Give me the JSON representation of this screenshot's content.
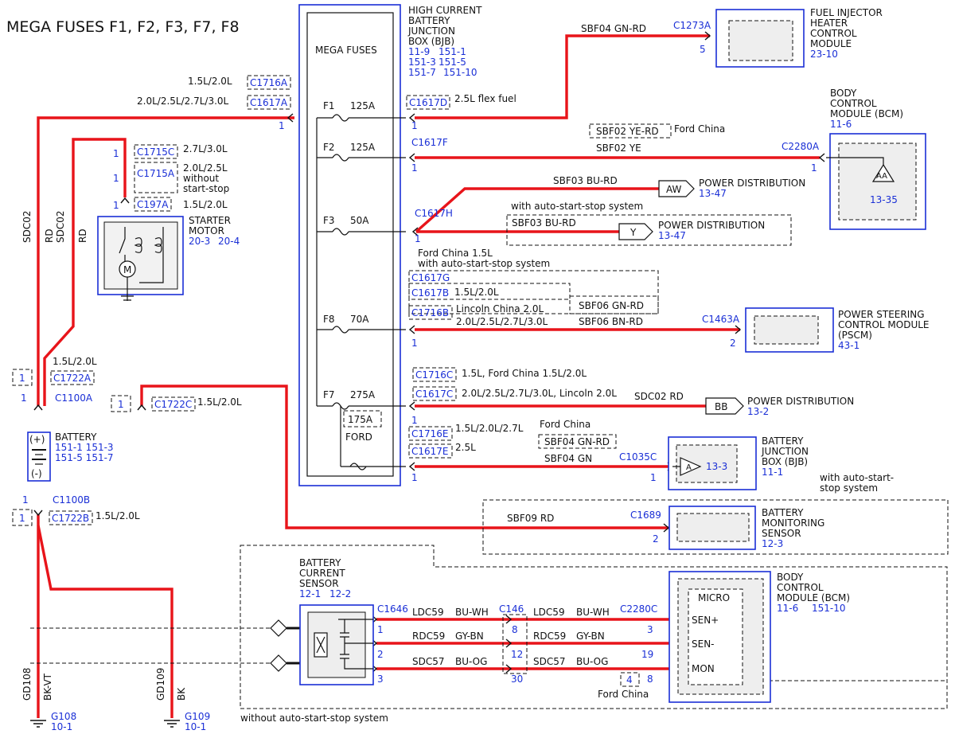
{
  "title": "MEGA FUSES F1, F2, F3, F7, F8",
  "bjb": {
    "label": "MEGA FUSES",
    "title_lines": [
      "HIGH CURRENT",
      "BATTERY",
      "JUNCTION",
      "BOX (BJB)"
    ],
    "refs": [
      "11-9",
      "151-1",
      "151-3",
      "151-5",
      "151-7",
      "151-10"
    ]
  },
  "fuses": [
    {
      "id": "F1",
      "amps": "125A"
    },
    {
      "id": "F2",
      "amps": "125A"
    },
    {
      "id": "F3",
      "amps": "50A"
    },
    {
      "id": "F8",
      "amps": "70A"
    },
    {
      "id": "F7",
      "amps": "275A"
    }
  ],
  "ford_fuse": {
    "amps": "175A",
    "label": "FORD"
  },
  "modules": {
    "fihcm": {
      "lines": [
        "FUEL INJECTOR",
        "HEATER",
        "CONTROL",
        "MODULE"
      ],
      "ref": "23-10"
    },
    "bcm_top": {
      "lines": [
        "BODY",
        "CONTROL",
        "MODULE (BCM)"
      ],
      "ref": "11-6",
      "inner_ref": "13-35",
      "symbol": "AA"
    },
    "pscm": {
      "lines": [
        "POWER STEERING",
        "CONTROL MODULE",
        "(PSCM)"
      ],
      "ref": "43-1"
    },
    "bjb_right": {
      "lines": [
        "BATTERY",
        "JUNCTION",
        "BOX (BJB)"
      ],
      "ref": "11-1",
      "symbol": "A",
      "inner_ref": "13-3"
    },
    "bms": {
      "lines": [
        "BATTERY",
        "MONITORING",
        "SENSOR"
      ],
      "ref": "12-3"
    },
    "bcm_bottom": {
      "lines": [
        "BODY",
        "CONTROL",
        "MODULE (BCM)"
      ],
      "refs": [
        "11-6",
        "151-10"
      ],
      "micro": "MICRO",
      "pins": [
        "SEN+",
        "SEN-",
        "MON"
      ]
    },
    "bcs": {
      "lines": [
        "BATTERY",
        "CURRENT",
        "SENSOR"
      ],
      "refs": [
        "12-1",
        "12-2"
      ]
    },
    "starter": {
      "lines": [
        "STARTER",
        "MOTOR"
      ],
      "refs": [
        "20-3",
        "20-4"
      ]
    },
    "battery": {
      "label": "BATTERY",
      "refs": [
        "151-1 151-3",
        "151-5 151-7"
      ],
      "plus": "(+)",
      "minus": "(-)"
    }
  },
  "power_dist": [
    {
      "symbol": "AW",
      "label": "POWER DISTRIBUTION",
      "ref": "13-47"
    },
    {
      "symbol": "Y",
      "label": "POWER DISTRIBUTION",
      "ref": "13-47"
    },
    {
      "symbol": "BB",
      "label": "POWER DISTRIBUTION",
      "ref": "13-2"
    }
  ],
  "connectors": {
    "c1716a": "C1716A",
    "c1617a": "C1617A",
    "c1715c": "C1715C",
    "c1715a": "C1715A",
    "c197a": "C197A",
    "c1617d": "C1617D",
    "c1617f": "C1617F",
    "c1617h": "C1617H",
    "c1617g": "C1617G",
    "c1617b": "C1617B",
    "c1716b": "C1716B",
    "c1716c": "C1716C",
    "c1617c": "C1617C",
    "c1716e": "C1716E",
    "c1617e": "C1617E",
    "c1273a": "C1273A",
    "c2280a": "C2280A",
    "c1463a": "C1463A",
    "c1035c": "C1035C",
    "c1689": "C1689",
    "c1722a": "C1722A",
    "c1100a": "C1100A",
    "c1722c": "C1722C",
    "c1100b": "C1100B",
    "c1722b": "C1722B",
    "c1646": "C1646",
    "c146": "C146",
    "c2280c": "C2280C"
  },
  "engine_labels": {
    "l15_20": "1.5L/2.0L",
    "l20_25_27_30": "2.0L/2.5L/2.7L/3.0L",
    "l27_30": "2.7L/3.0L",
    "l20_25": "2.0L/2.5L",
    "without": "without",
    "start_stop": "start-stop",
    "l25_flex": "2.5L flex fuel",
    "ford_china_15": "Ford China 1.5L",
    "with_ass": "with auto-start-stop system",
    "lincoln_20": "Lincoln China 2.0L",
    "l15_ford_china": "1.5L, Ford China 1.5L/2.0L",
    "l20_lincoln": "2.0L/2.5L/2.7L/3.0L, Lincoln 2.0L",
    "l15_20_27": "1.5L/2.0L/2.7L",
    "l25": "2.5L",
    "ford_china": "Ford China",
    "with_ass_a": "with auto-start-",
    "with_ass_b": "stop system",
    "without_ass": "without auto-start-stop system"
  },
  "circuits": {
    "sbf04_gnrd": "SBF04   GN-RD",
    "sbf02_yerd": "SBF02    YE-RD",
    "sbf02_ye": "SBF02    YE",
    "sbf03_burd": "SBF03    BU-RD",
    "sbf03_burd_b": "SBF03    BU-RD",
    "sbf06_gnrd": "SBF06    GN-RD",
    "sbf06_bnrd": "SBF06    BN-RD",
    "sdc02_rd": "SDC02   RD",
    "sbf04_gnrd_b": "SBF04   GN-RD",
    "sbf04_gn": "SBF04    GN",
    "sbf09_rd": "SBF09    RD",
    "ldc59": "LDC59",
    "bu_wh": "BU-WH",
    "rdc59": "RDC59",
    "gy_bn": "GY-BN",
    "sdc57": "SDC57",
    "bu_og": "BU-OG",
    "sdc02": "SDC02",
    "rd": "RD",
    "gd108": "GD108",
    "bk_vt": "BK-VT",
    "gd109": "GD109",
    "bk": "BK"
  },
  "grounds": [
    {
      "id": "G108",
      "ref": "10-1"
    },
    {
      "id": "G109",
      "ref": "10-1"
    }
  ],
  "pins": {
    "p1": "1",
    "p2": "2",
    "p3": "3",
    "p4": "4",
    "p5": "5",
    "p8": "8",
    "p12": "12",
    "p19": "19",
    "p30": "30"
  }
}
